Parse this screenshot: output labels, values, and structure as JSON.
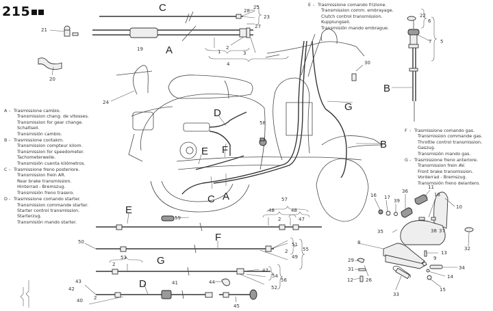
{
  "page": {
    "code": "215"
  },
  "legend_left": [
    {
      "key": "A",
      "lines": [
        "Trasmissione cambio.",
        "Transmission chang. de vitesses.",
        "Transmission for gear change.",
        "Schaltseil.",
        "Transmisión cambio."
      ]
    },
    {
      "key": "B",
      "lines": [
        "Trasmissione contakm.",
        "Transmission compteur kilom.",
        "Transmission for speedometer.",
        "Tachometerwelle.",
        "Transmisión cuenta kilómetros."
      ]
    },
    {
      "key": "C",
      "lines": [
        "Trasmissione freno posteriore.",
        "Transmission frein AR.",
        "Rear brake transmission.",
        "Hinterrad - Bremszug.",
        "Transmisión freno trasero."
      ]
    },
    {
      "key": "D",
      "lines": [
        "Trasmissione comando starter.",
        "Transmission commande starter.",
        "Starter control transmission.",
        "Starterzug.",
        "Transmisión mando starter."
      ]
    }
  ],
  "legend_top": [
    {
      "key": "E",
      "lines": [
        "Trasmissione comando frizione.",
        "Transmission comm. embrayage.",
        "Clutch control transmission.",
        "Kupplungseil.",
        "Transmisión mando embrague."
      ]
    }
  ],
  "legend_right": [
    {
      "key": "F",
      "lines": [
        "Trasmissione comando gas.",
        "Transmission commande gas.",
        "Throttle control transmission.",
        "Gaszug.",
        "Transmisión mando gas."
      ]
    },
    {
      "key": "G",
      "lines": [
        "Trasmissione freno anteriore.",
        "Transmission frein AV.",
        "Front brake transmission.",
        "Vorderrad - Bremszug.",
        "Transmisión freno delantero."
      ]
    }
  ],
  "cable_letters": {
    "A": "A",
    "B": "B",
    "C": "C",
    "D": "D",
    "E": "E",
    "F": "F",
    "G": "G"
  },
  "part_numbers": {
    "n1": "1",
    "n2": "2",
    "n3": "3",
    "n4": "4",
    "n5": "5",
    "n6": "6",
    "n7": "7",
    "n8": "8",
    "n9": "9",
    "n10": "10",
    "n11": "11",
    "n12": "12",
    "n13": "13",
    "n14": "14",
    "n15": "15",
    "n16": "16",
    "n17": "17",
    "n18": "18",
    "n19": "19",
    "n20": "20",
    "n21": "21",
    "n22": "22",
    "n23": "23",
    "n24": "24",
    "n25": "25",
    "n26": "26",
    "n27": "27",
    "n28": "28",
    "n29": "29",
    "n30": "30",
    "n31": "31",
    "n32": "32",
    "n33": "33",
    "n34": "34",
    "n35": "35",
    "n36": "36",
    "n37": "37",
    "n38": "38",
    "n39": "39",
    "n40": "40",
    "n41": "41",
    "n42": "42",
    "n43": "43",
    "n44": "44",
    "n45": "45",
    "n47": "47",
    "n48": "48",
    "n49": "49",
    "n50": "50",
    "n51": "51",
    "n52": "52",
    "n53": "53",
    "n54": "54",
    "n55": "55",
    "n56": "56",
    "n57": "57",
    "n58": "58",
    "n59": "59"
  }
}
